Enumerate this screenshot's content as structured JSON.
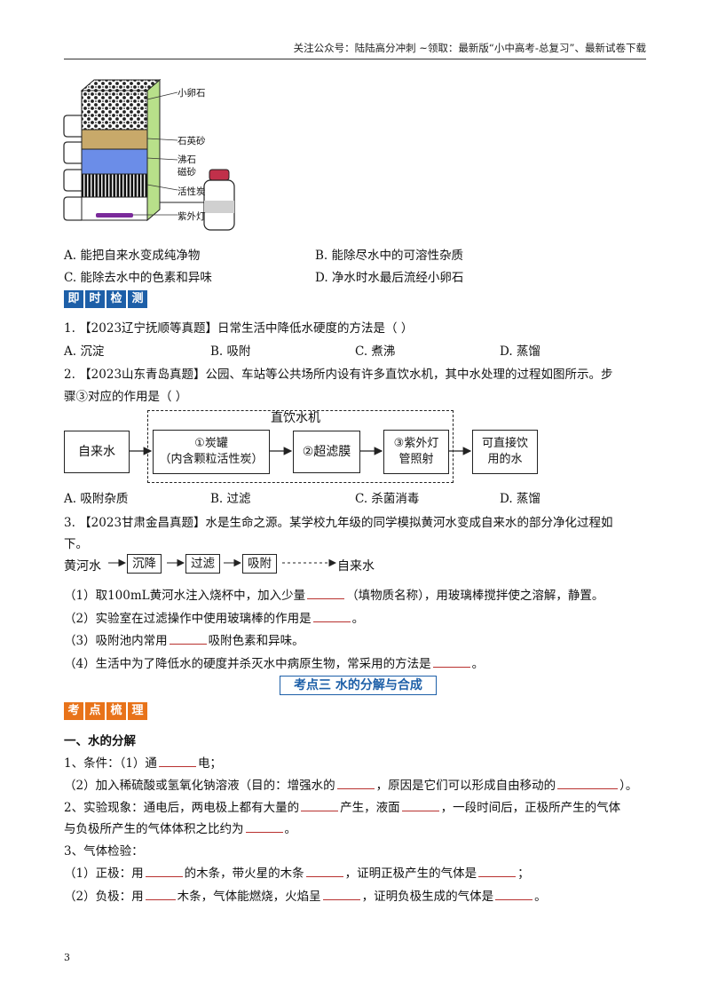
{
  "header": "关注公众号：陆陆高分冲刺  ~领取：最新版“小中高考-总复习”、最新试卷下载",
  "filter_labels": [
    "小卵石",
    "石英砂",
    "沸石",
    "磁砂",
    "活性炭",
    "紫外灯"
  ],
  "q0_options": {
    "A": "A. 能把自来水变成纯净物",
    "B": "B. 能除尽水中的可溶性杂质",
    "C": "C. 能除去水中的色素和异味",
    "D": "D. 净水时水最后流经小卵石"
  },
  "badge1": [
    "即",
    "时",
    "检",
    "测"
  ],
  "q1": {
    "stem": "1. 【2023辽宁抚顺等真题】日常生活中降低水硬度的方法是（     ）",
    "A": "A. 沉淀",
    "B": "B. 吸附",
    "C": "C. 煮沸",
    "D": "D. 蒸馏"
  },
  "q2": {
    "stem1": "2. 【2023山东青岛真题】公园、车站等公共场所内设有许多直饮水机，其中水处理的过程如图所示。步",
    "stem2": "骤③对应的作用是（     ）",
    "diagram": {
      "title": "直饮水机",
      "source": "自来水",
      "step1_line1": "①炭罐",
      "step1_line2": "（内含颗粒活性炭）",
      "step2": "②超滤膜",
      "step3_line1": "③紫外灯",
      "step3_line2": "管照射",
      "result_line1": "可直接饮",
      "result_line2": "用的水"
    },
    "A": "A. 吸附杂质",
    "B": "B. 过滤",
    "C": "C. 杀菌消毒",
    "D": "D. 蒸馏"
  },
  "q3": {
    "stem1": "3. 【2023甘肃金昌真题】水是生命之源。某学校九年级的同学模拟黄河水变成自来水的部分净化过程如",
    "stem2": "下。",
    "flow": {
      "start": "黄河水",
      "s1": "沉降",
      "s2": "过滤",
      "s3": "吸附",
      "end": "自来水"
    },
    "p1a": "（1）取100mL黄河水注入烧杯中，加入少量",
    "p1b": "（填物质名称），用玻璃棒搅拌使之溶解，静置。",
    "p2a": "（2）实验室在过滤操作中使用玻璃棒的作用是",
    "p2b": "。",
    "p3a": "（3）吸附池内常用",
    "p3b": "吸附色素和异味。",
    "p4a": "（4）生活中为了降低水的硬度并杀灭水中病原生物，常采用的方法是",
    "p4b": "。"
  },
  "kaodian": "考点三   水的分解与合成",
  "badge2": [
    "考",
    "点",
    "梳",
    "理"
  ],
  "sec1": {
    "title": "一、水的分解",
    "l1a": "1、条件：（1）通",
    "l1b": "电；",
    "l2a": "（2）加入稀硫酸或氢氧化钠溶液（目的：增强水的",
    "l2b": "，原因是它们可以形成自由移动的",
    "l2c": "）。",
    "l3a": "2、实验现象：通电后，两电极上都有大量的",
    "l3b": "产生，液面",
    "l3c": "，一段时间后，正极所产生的气体",
    "l4a": "与负极所产生的气体体积之比约为",
    "l4b": "。",
    "l5": "3、气体检验：",
    "l6a": "（1）正极：用",
    "l6b": "的木条，带火星的木条",
    "l6c": "，证明正极产生的气体是",
    "l6d": "；",
    "l7a": "（2）负极：用",
    "l7b": "木条，气体能燃烧，火焰呈",
    "l7c": "，证明负极生成的气体是",
    "l7d": "。"
  },
  "page_number": "3"
}
